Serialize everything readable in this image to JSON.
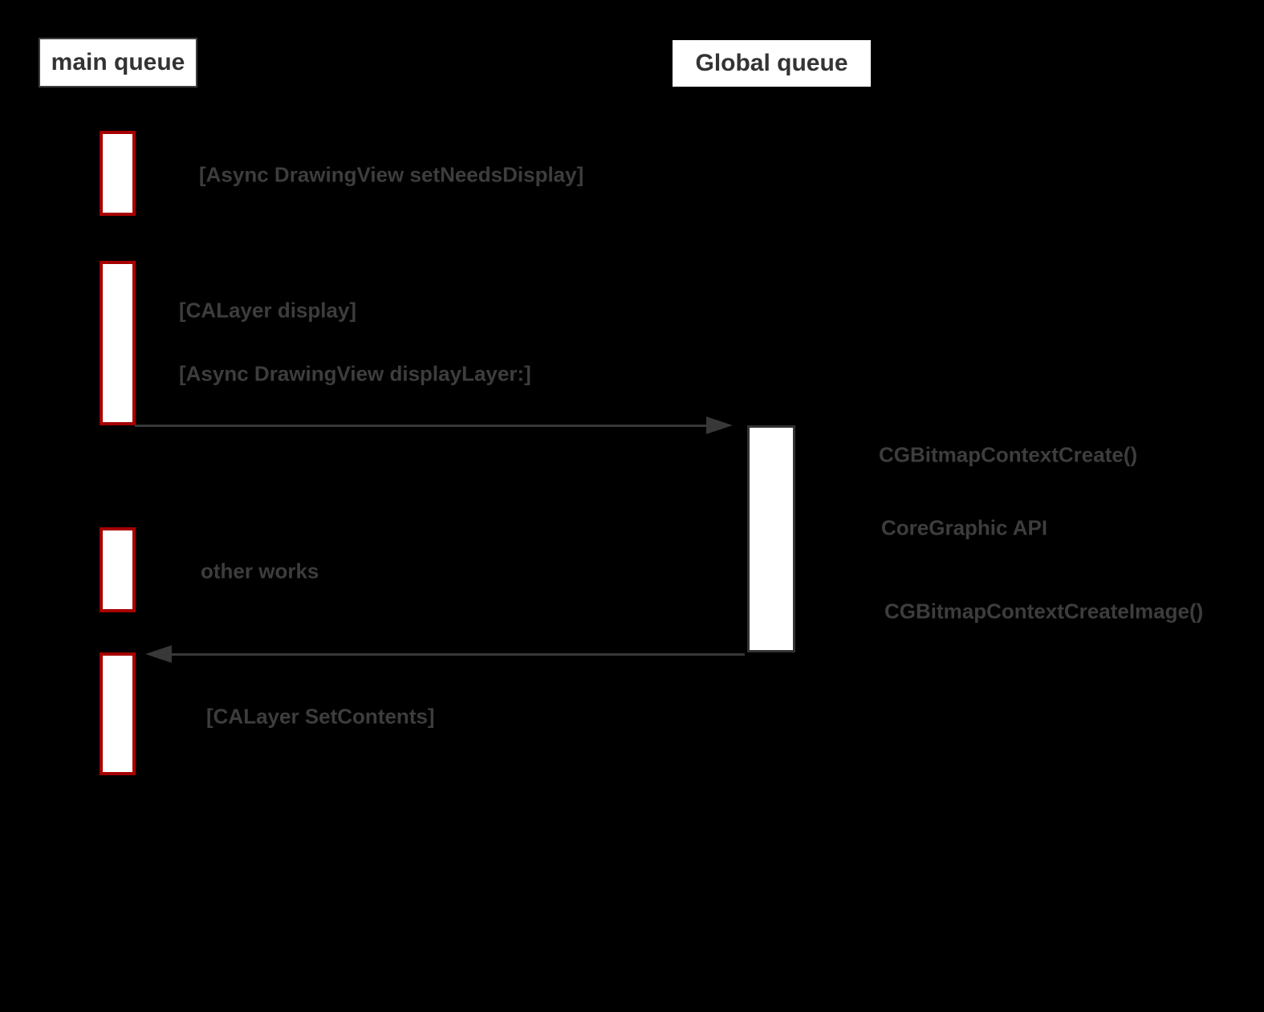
{
  "actors": [
    {
      "label": "main queue"
    },
    {
      "label": "Global queue"
    }
  ],
  "main_queue_labels": [
    {
      "text": "[Async DrawingView setNeedsDisplay]"
    },
    {
      "text": "[CALayer display]"
    },
    {
      "text": "[Async DrawingView displayLayer:]"
    },
    {
      "text": "other works"
    },
    {
      "text": "[CALayer SetContents]"
    }
  ],
  "global_queue_labels": [
    {
      "text": "CGBitmapContextCreate()"
    },
    {
      "text": "CoreGraphic API"
    },
    {
      "text": "CGBitmapContextCreateImage()"
    }
  ],
  "colors": {
    "background": "#000000",
    "main_activation_border": "#a60000",
    "global_activation_border": "#333333",
    "activation_fill": "#ffffff",
    "arrow": "#383838",
    "label_text": "#3d3d3d",
    "actor_text": "#333333",
    "actor_main_border": "#3f3f3f",
    "actor_fill": "#ffffff"
  }
}
